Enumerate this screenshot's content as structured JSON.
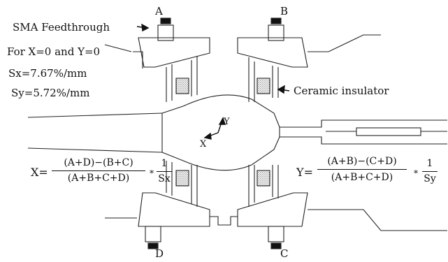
{
  "labels": {
    "feedthrough": "SMA Feedthrough",
    "condition": "For X=0 and Y=0",
    "sx": "Sx=7.67%/mm",
    "sy": "Sy=5.72%/mm",
    "ceramic": "Ceramic insulator",
    "axis_x": "X",
    "axis_y": "Y"
  },
  "ports": {
    "a": "A",
    "b": "B",
    "c": "C",
    "d": "D"
  },
  "formula_x": {
    "lhs": "X=",
    "numerator": "(A+D)−(B+C)",
    "denominator": "(A+B+C+D)",
    "times": "*",
    "inv_num": "1",
    "inv_den": "Sx"
  },
  "formula_y": {
    "lhs": "Y=",
    "numerator": "(A+B)−(C+D)",
    "denominator": "(A+B+C+D)",
    "times": "*",
    "inv_num": "1",
    "inv_den": "Sy"
  },
  "colors": {
    "ink": "#111111",
    "hatch": "#888888",
    "background": "#ffffff"
  }
}
